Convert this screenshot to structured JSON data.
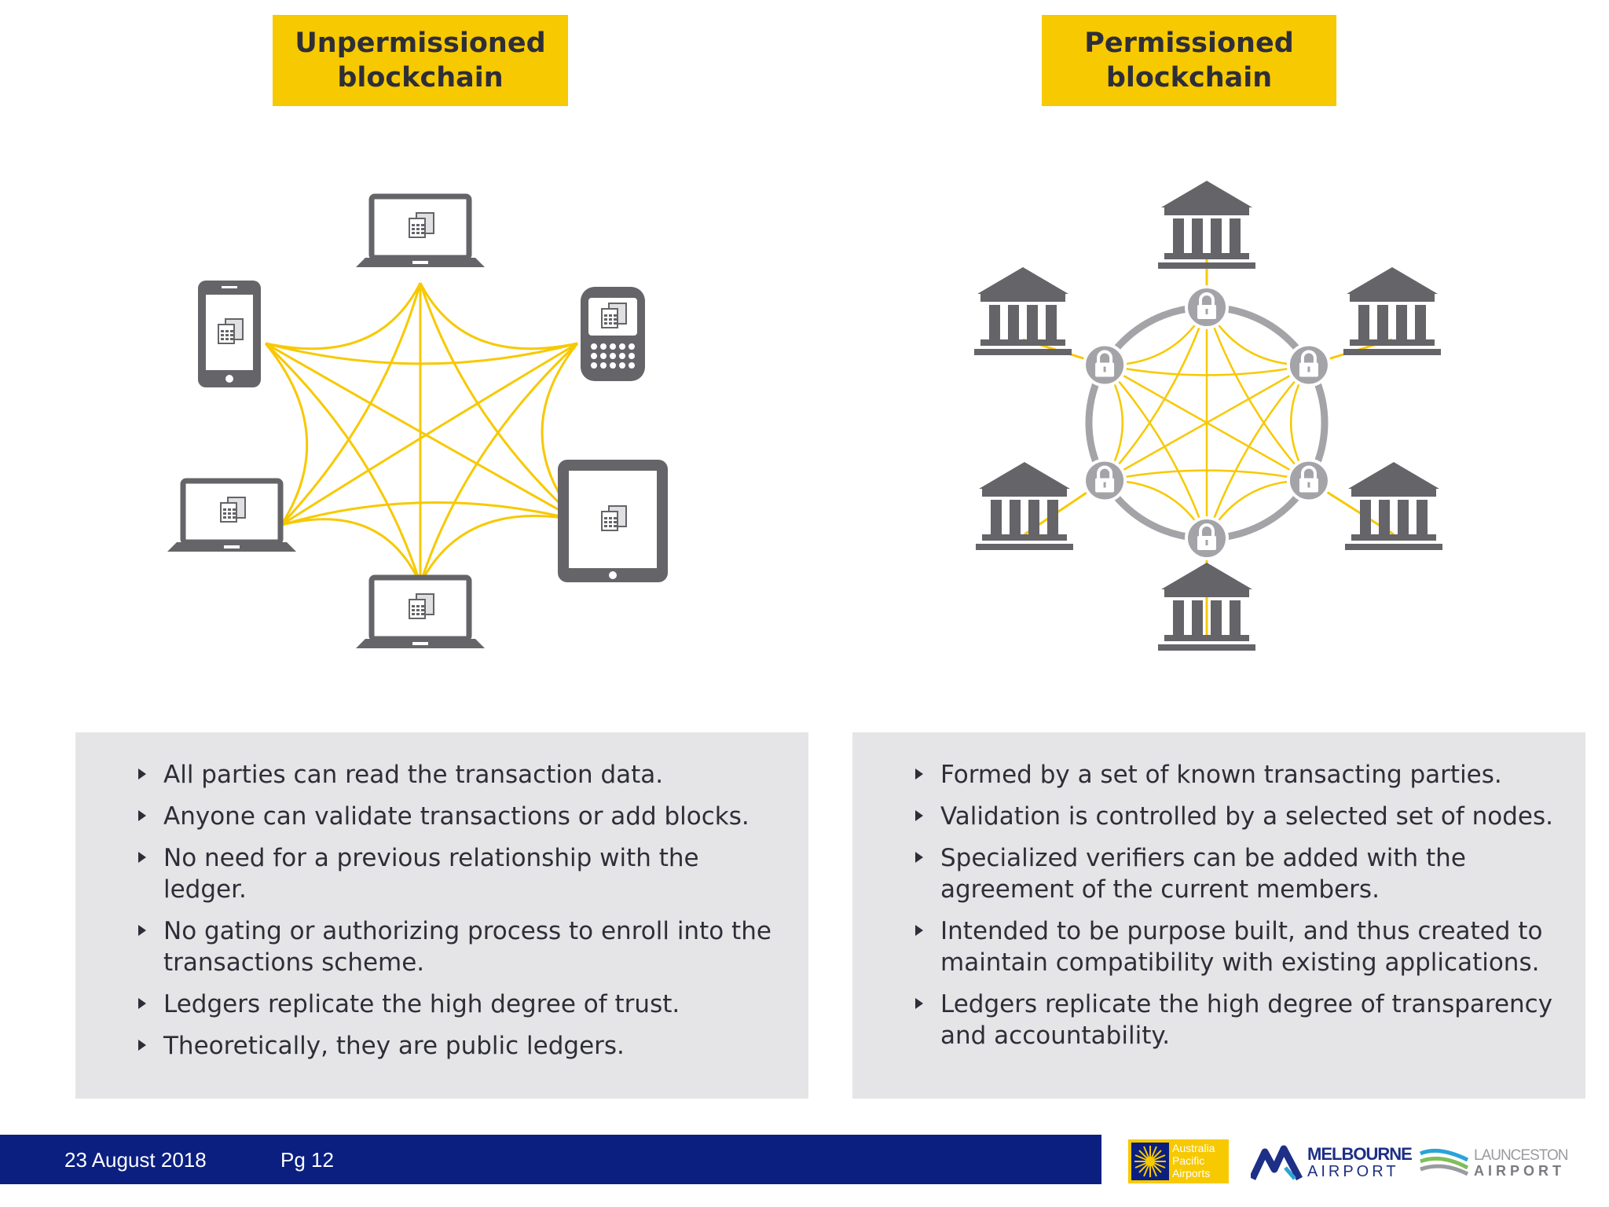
{
  "titles": {
    "left": "Unpermissioned\nblockchain",
    "right": "Permissioned\nblockchain"
  },
  "colors": {
    "accent_yellow": "#f7c900",
    "device_gray": "#646469",
    "panel_gray": "#e5e5e7",
    "footer_navy": "#0b1f80",
    "text_dark": "#2e2e38"
  },
  "diagrams": {
    "left": {
      "nodes": [
        "laptop-icon",
        "smartphone-icon",
        "blackberry-icon",
        "laptop-icon",
        "tablet-icon",
        "laptop-icon"
      ],
      "edges": "fully-connected"
    },
    "right": {
      "institutions": [
        "bank-icon",
        "bank-icon",
        "bank-icon",
        "bank-icon",
        "bank-icon",
        "bank-icon"
      ],
      "validators": [
        "lock-icon",
        "lock-icon",
        "lock-icon",
        "lock-icon",
        "lock-icon",
        "lock-icon"
      ],
      "edges": "fully-connected-inside-ring"
    }
  },
  "left_list": [
    "All parties can read the transaction data.",
    "Anyone can validate transactions or add blocks.",
    "No need for a previous relationship with the ledger.",
    "No gating or authorizing process to enroll into the transactions scheme.",
    "Ledgers replicate the high degree of trust.",
    "Theoretically, they are public ledgers."
  ],
  "right_list": [
    "Formed by a set of known transacting parties.",
    "Validation is controlled by a selected set of nodes.",
    "Specialized verifiers can be added with the agreement of the current members.",
    "Intended to be purpose built, and thus created to maintain compatibility with existing applications.",
    "Ledgers replicate the high degree of transparency and accountability."
  ],
  "footer": {
    "date": "23 August 2018",
    "page": "Pg 12",
    "logos": {
      "apa": "Australia\nPacific\nAirports",
      "melbourne_name": "MELBOURNE",
      "melbourne_sub": "AIRPORT",
      "launceston_name": "LAUNCESTON",
      "launceston_sub": "AIRPORT"
    }
  }
}
